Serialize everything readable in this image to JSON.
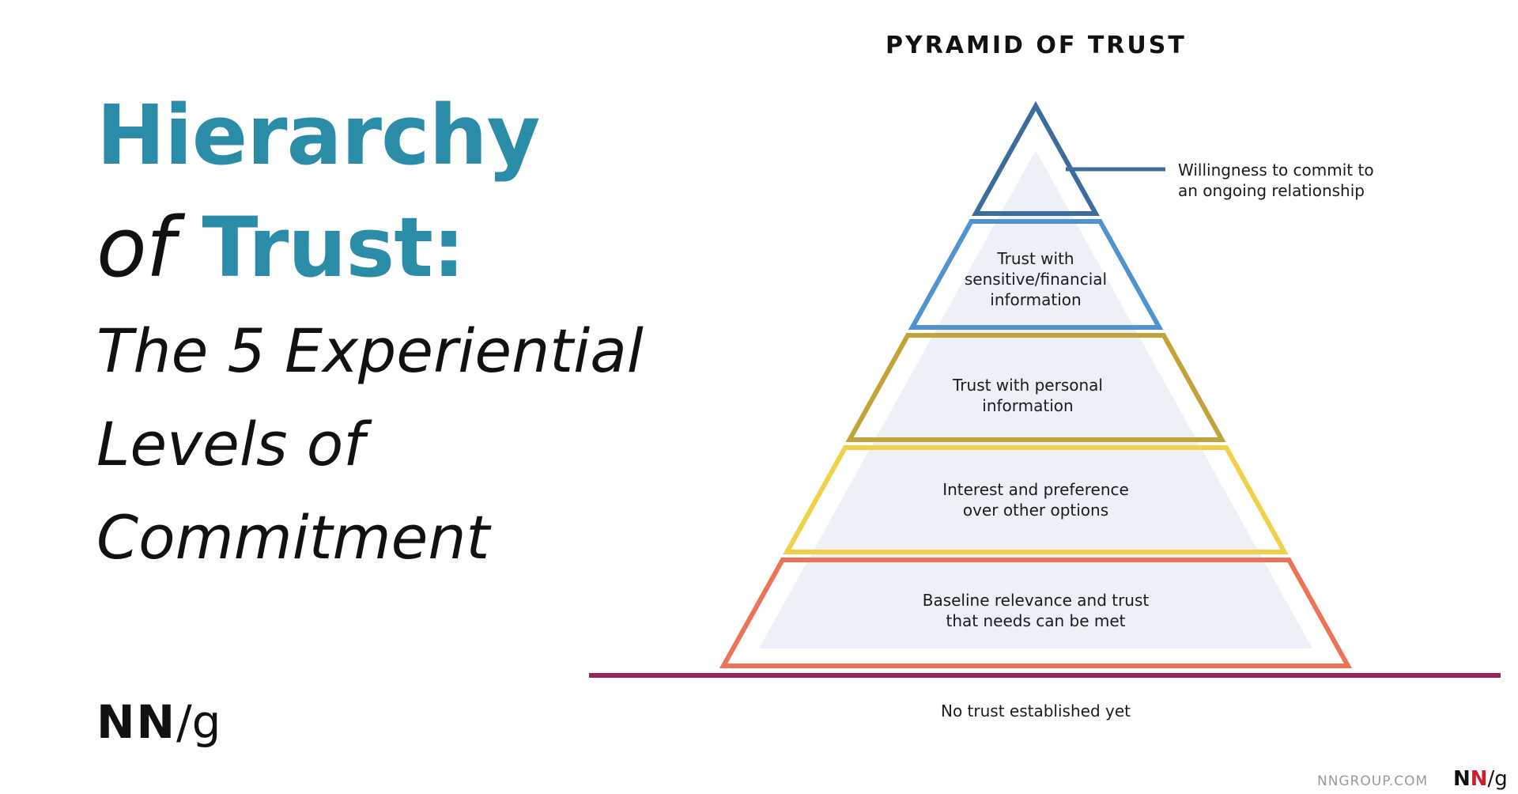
{
  "headline": {
    "line1": "Hierarchy",
    "line2_prefix": "of",
    "line2_accent": "Trust:",
    "subtitle_lines": [
      "The 5 Experiential",
      "Levels of",
      "Commitment"
    ]
  },
  "brand_logo": {
    "nn": "NN",
    "slash": "/",
    "g": "g"
  },
  "diagram": {
    "title": "PYRAMID OF TRUST",
    "levels": [
      {
        "label": "Willingness to commit to\nan ongoing relationship",
        "color": "#3b6c9c"
      },
      {
        "label": "Trust with\nsensitive/financial\ninformation",
        "color": "#4f94cf"
      },
      {
        "label": "Trust with personal\ninformation",
        "color": "#c2a33a"
      },
      {
        "label": "Interest and preference\nover other options",
        "color": "#f2d14a"
      },
      {
        "label": "Baseline relevance and trust\nthat needs can be met",
        "color": "#ec7355"
      }
    ],
    "baseline_label": "No trust established yet",
    "baseline_color": "#9c1f5e",
    "inner_fill": "#eef0f8"
  },
  "footer": {
    "url": "NNGROUP.COM",
    "logo_n1": "N",
    "logo_n2": "N",
    "logo_slash": "/",
    "logo_g": "g"
  }
}
